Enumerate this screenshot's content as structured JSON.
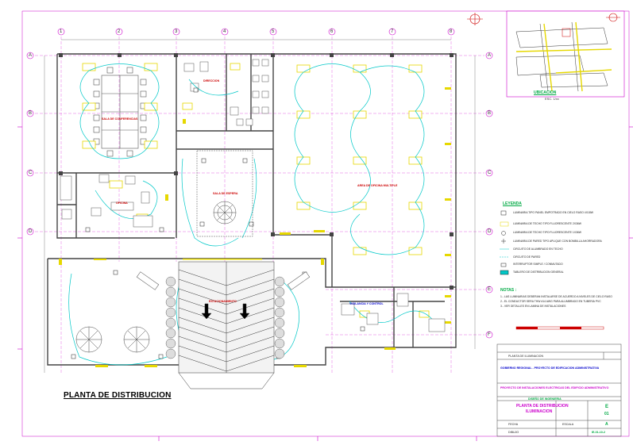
{
  "drawing_title": "PLANTA DE DISTRIBUCION",
  "location_plan": {
    "label": "UBICACION",
    "scale": "ESC. 1/xx"
  },
  "column_axes": [
    "1",
    "2",
    "3",
    "4",
    "5",
    "6",
    "7",
    "8"
  ],
  "row_axes_left": [
    "A",
    "B",
    "C",
    "D"
  ],
  "row_axes_right": [
    "A",
    "B",
    "C",
    "D",
    "E",
    "F"
  ],
  "rooms": {
    "conference": "SALA DE CONFERENCIAS",
    "open_office": "AREA DE OFICINA MULTIPLE",
    "office": "OFICINA",
    "lounge": "SALA DE ESPERA",
    "reception": "VIGILANCIA Y CONTROL",
    "ramp": "ESTACIONAMIENTO",
    "director": "DIRECCION"
  },
  "legend": {
    "title": "LEYENDA",
    "items": [
      "LUMINARIA TIPO PANEL EMPOTRADO EN CIELO RASO 4X18W",
      "LUMINARIA DE TECHO TIPO FLUORESCENTE 2X36W",
      "LUMINARIA DE TECHO TIPO FLUORESCENTE 1X36W",
      "LUMINARIA DE PARED TIPO APLIQUE CON BOMBILLA AHORRADORA",
      "CIRCUITO DE ALUMBRADO EN TECHO",
      "CIRCUITO DE PARED",
      "INTERRUPTOR SIMPLE / CONMUTADO",
      "TABLERO DE DISTRIBUCION GENERAL"
    ]
  },
  "notes": {
    "title": "NOTAS :",
    "items": [
      "1.- LAS LUMINARIAS DEBERAN INSTALARSE DE ACUERDO A NIVELES DE CIELO RASO",
      "2.- EL CONDUCTOR SERA THW #14 AWG PARA ALUMBRADO EN TUBERIA PVC",
      "3.- VER DETALLES EN LAMINA DE INSTALACIONES"
    ]
  },
  "title_block": {
    "row1": "PLANTA DE ILUMINACION",
    "institution": "GOBIERNO REGIONAL - PROYECTO DE EDIFICACION ADMINISTRATIVA",
    "project": "PROYECTO DE INSTALACIONES ELECTRICAS DEL EDIFICIO ADMINISTRATIVO",
    "consultant": "DISEÑO DE INGENIERIA",
    "sheet_title": "PLANTA DE DISTRIBUCION",
    "sheet_sub": "ILUMINACION",
    "sheet_no": "E",
    "sheet_ref": "01",
    "rev": "A",
    "date_label": "FECHA",
    "scale_label": "ESCALA",
    "drawn": "DIBUJO",
    "code": "IE-01-10-2"
  },
  "colors": {
    "wall": "#444444",
    "grid_magenta": "#cc00cc",
    "axis_blue": "#0000cc",
    "lights_yellow": "#e6d800",
    "circuit_cyan": "#00c8c8",
    "text_red": "#cc0000",
    "green": "#00aa44"
  },
  "icons": {
    "north": "north-arrow-icon",
    "tree": "tree-icon",
    "fountain": "fountain-icon"
  }
}
